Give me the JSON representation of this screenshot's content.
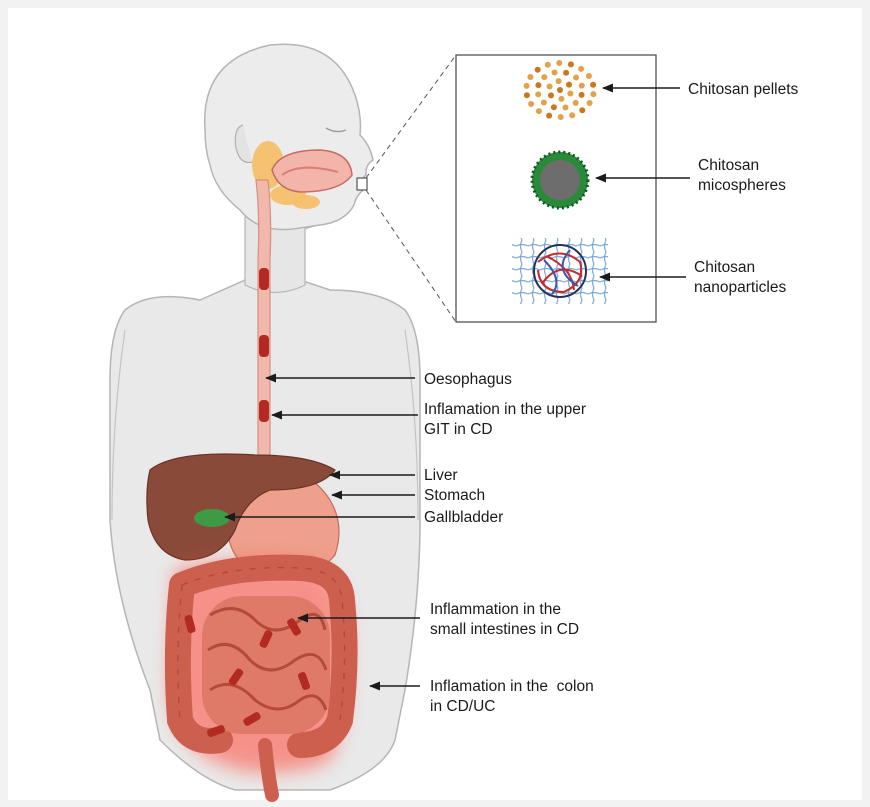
{
  "inset_labels": {
    "pellets": "Chitosan pellets",
    "microspheres_line1": "Chitosan",
    "microspheres_line2": "micospheres",
    "nanoparticles_line1": "Chitosan",
    "nanoparticles_line2": "nanoparticles"
  },
  "body_labels": {
    "oesophagus": "Oesophagus",
    "upper_git_line1": "Inflamation in the upper",
    "upper_git_line2": "GIT in CD",
    "liver": "Liver",
    "stomach": "Stomach",
    "gallbladder": "Gallbladder",
    "small_intestine_line1": "Inflammation in the",
    "small_intestine_line2": "small intestines in CD",
    "colon_line1": "Inflamation in the  colon",
    "colon_line2": "in CD/UC"
  },
  "colors": {
    "body_fill": "#e9e9e9",
    "body_stroke": "#b5b5b5",
    "oesophagus": "#f1b8ac",
    "inflammation_spot": "#b22a22",
    "liver": "#8a4a3a",
    "stomach": "#eea08c",
    "gallbladder": "#3f9a45",
    "intestine": "#cd5f4f",
    "glow": "#ff4b3a",
    "salivary_gland": "#f6c06a",
    "pellet": "#e3a24a",
    "microsphere_ring": "#2b8a3a",
    "microsphere_core": "#6d6d6d",
    "nanoparticle_mesh": "#7aa7d8"
  }
}
